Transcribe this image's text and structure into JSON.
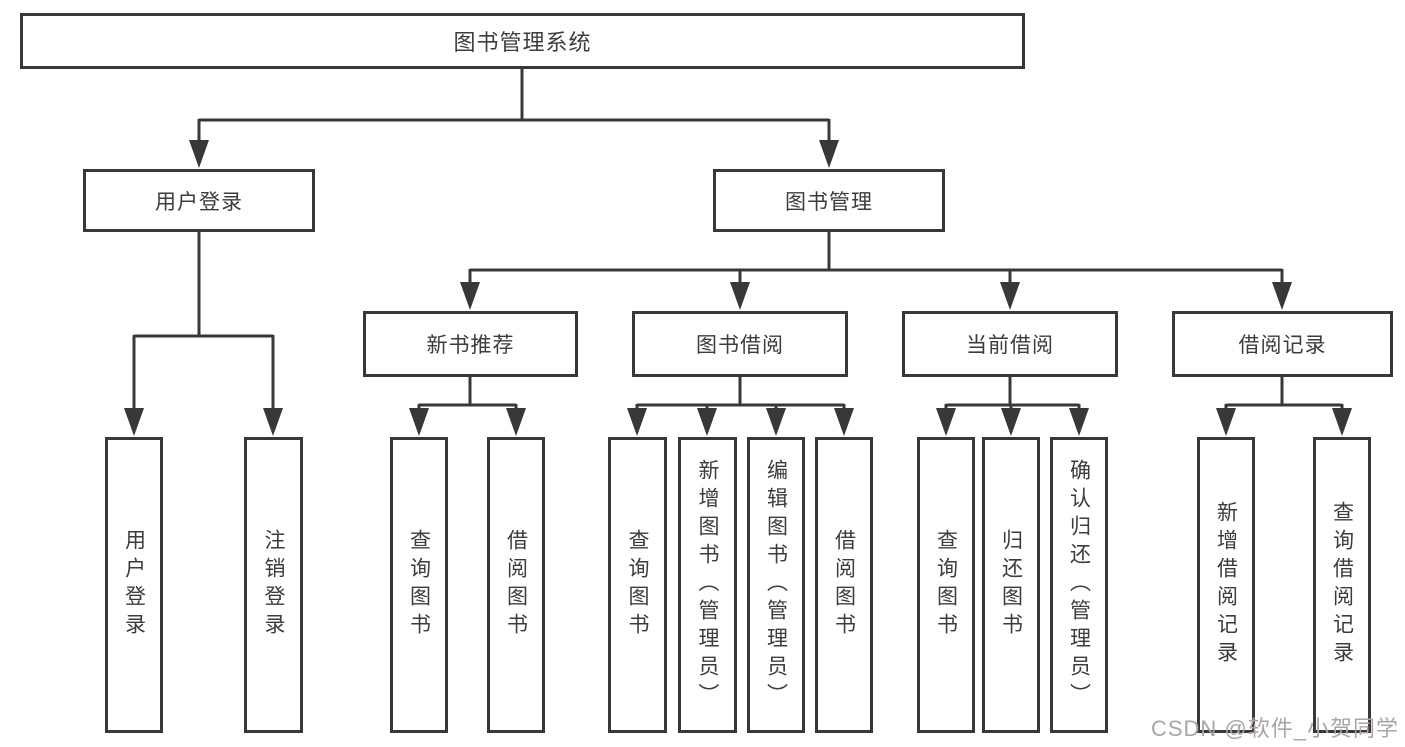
{
  "diagram_title": "图书管理系统",
  "nodes": {
    "root": {
      "label": "图书管理系统"
    },
    "user_login": {
      "label": "用户登录"
    },
    "book_mgmt": {
      "label": "图书管理"
    },
    "new_book_rec": {
      "label": "新书推荐"
    },
    "book_borrow": {
      "label": "图书借阅"
    },
    "current_borrow": {
      "label": "当前借阅"
    },
    "borrow_record": {
      "label": "借阅记录"
    },
    "leaf_user_login": {
      "label": "用户登录"
    },
    "leaf_logout": {
      "label": "注销登录"
    },
    "leaf_nbr_query_book": {
      "label": "查询图书"
    },
    "leaf_nbr_borrow_book": {
      "label": "借阅图书"
    },
    "leaf_bb_query_book": {
      "label": "查询图书"
    },
    "leaf_bb_add_book_admin": {
      "label": "新增图书（管理员）"
    },
    "leaf_bb_edit_book_admin": {
      "label": "编辑图书（管理员）"
    },
    "leaf_bb_borrow_book": {
      "label": "借阅图书"
    },
    "leaf_cb_query_book": {
      "label": "查询图书"
    },
    "leaf_cb_return_book": {
      "label": "归还图书"
    },
    "leaf_cb_confirm_return_admin": {
      "label": "确认归还（管理员）"
    },
    "leaf_br_add_record": {
      "label": "新增借阅记录"
    },
    "leaf_br_query_record": {
      "label": "查询借阅记录"
    }
  },
  "hierarchy": {
    "root": "图书管理系统",
    "children": {
      "用户登录": [
        "用户登录",
        "注销登录"
      ],
      "图书管理": {
        "新书推荐": [
          "查询图书",
          "借阅图书"
        ],
        "图书借阅": [
          "查询图书",
          "新增图书（管理员）",
          "编辑图书（管理员）",
          "借阅图书"
        ],
        "当前借阅": [
          "查询图书",
          "归还图书",
          "确认归还（管理员）"
        ],
        "借阅记录": [
          "新增借阅记录",
          "查询借阅记录"
        ]
      }
    }
  },
  "watermark": {
    "text": "CSDN @软件_小贺同学"
  },
  "colors": {
    "line": "#383838",
    "text": "#3c3c3c",
    "background": "#ffffff",
    "watermark": "#aba4a4"
  }
}
